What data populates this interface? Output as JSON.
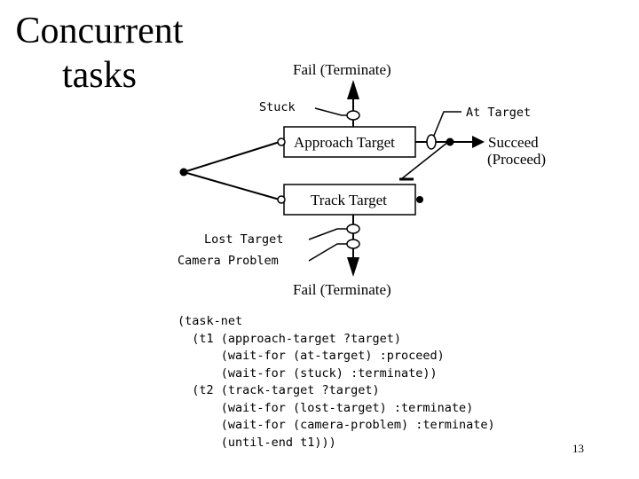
{
  "slide": {
    "title_line1": "Concurrent",
    "title_line2": "tasks",
    "page_number": "13"
  },
  "diagram": {
    "fail_top": "Fail (Terminate)",
    "stuck": "Stuck",
    "at_target": "At Target",
    "approach_target": "Approach Target",
    "succeed": "Succeed",
    "proceed": "(Proceed)",
    "track_target": "Track Target",
    "lost_target": "Lost Target",
    "camera_problem": "Camera Problem",
    "fail_bottom": "Fail (Terminate)"
  },
  "code": {
    "lines": [
      "(task-net",
      "  (t1 (approach-target ?target)",
      "      (wait-for (at-target) :proceed)",
      "      (wait-for (stuck) :terminate))",
      "  (t2 (track-target ?target)",
      "      (wait-for (lost-target) :terminate)",
      "      (wait-for (camera-problem) :terminate)",
      "      (until-end t1)))"
    ]
  }
}
